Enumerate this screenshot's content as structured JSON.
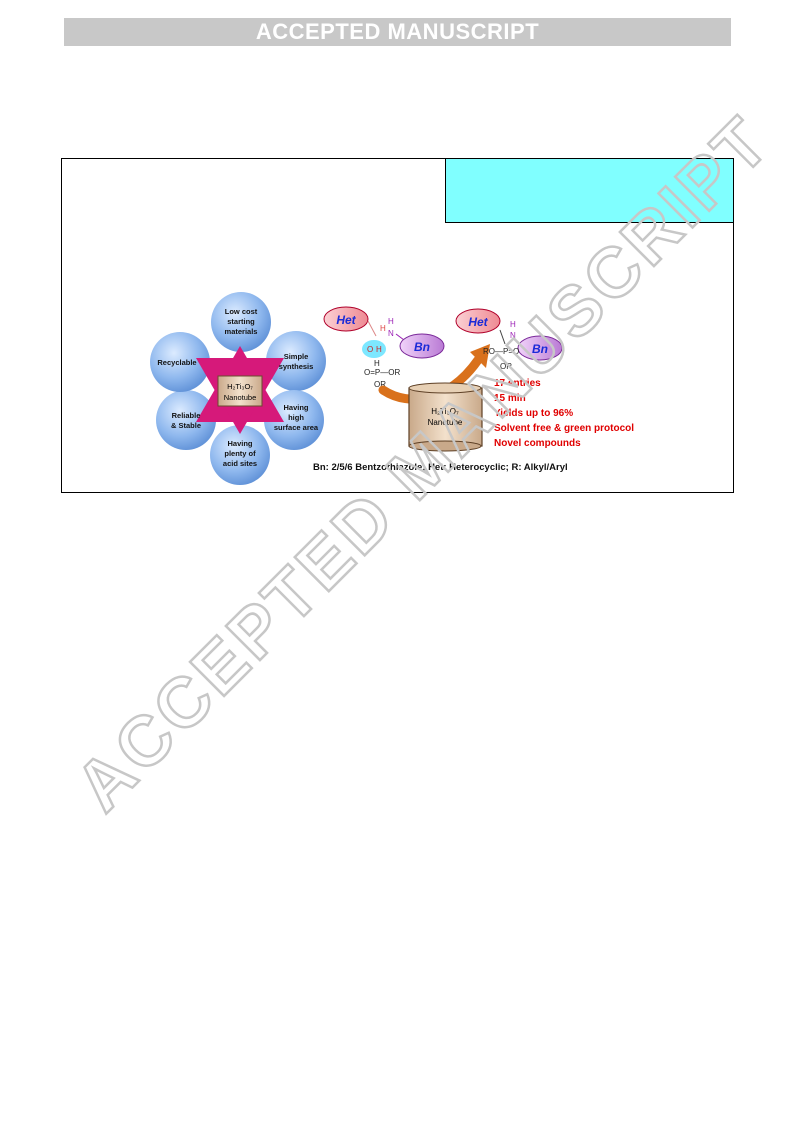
{
  "banner": {
    "text": "ACCEPTED MANUSCRIPT"
  },
  "watermark": {
    "text": "ACCEPTED MANUSCRIPT"
  },
  "hexagram": {
    "center_line1": "H₂Ti₃O₇",
    "center_line2": "Nanotube",
    "circles": [
      {
        "lines": [
          "Low cost",
          "starting",
          "materials"
        ]
      },
      {
        "lines": [
          "Simple",
          "synthesis"
        ]
      },
      {
        "lines": [
          "Having",
          "high",
          "surface area"
        ]
      },
      {
        "lines": [
          "Having",
          "plenty of",
          "acid sites"
        ]
      },
      {
        "lines": [
          "Reliable",
          "& Stable"
        ]
      },
      {
        "lines": [
          "Recyclable"
        ]
      }
    ]
  },
  "reaction": {
    "reactant": {
      "het": "Het",
      "bn": "Bn",
      "o_label": "O",
      "h_label": "H",
      "h2": "H",
      "n": "N",
      "h3": "H",
      "p_label": "O=P—OR",
      "or": "OR"
    },
    "product": {
      "het": "Het",
      "bn": "Bn",
      "h": "H",
      "n": "N",
      "p_label": "RO—P=O",
      "or": "OR"
    },
    "catalyst_line1": "H₂Ti₃O₇",
    "catalyst_line2": "Nanotube",
    "results": [
      "17 entries",
      "15 min",
      "Yields up to 96%",
      "Solvent free & green protocol",
      "Novel compounds"
    ],
    "footnote": "Bn: 2/5/6 Bentzothiazole; Het: Heterocyclic; R: Alkyl/Aryl"
  },
  "colors": {
    "banner_bg": "#c8c8c8",
    "cyan_box": "#80ffff",
    "star": "#d6197a",
    "circle": "#8fb8ee",
    "results_text": "#e00000",
    "het_fill": "#f7a9b0",
    "bn_fill": "#d9a7ea",
    "arrow": "#d9711c"
  }
}
